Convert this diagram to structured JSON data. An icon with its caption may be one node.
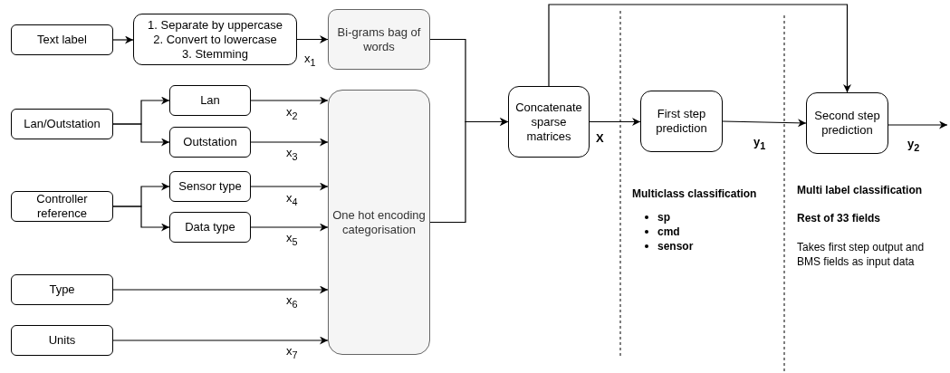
{
  "diagram": {
    "nodes": [
      {
        "text": [
          "Text label"
        ]
      },
      {
        "text": [
          "1. Separate by uppercase 2. Convert to lowercase 3. Stemming"
        ]
      },
      {
        "text": [
          "Bi-grams bag of words"
        ]
      },
      {
        "text": [
          "Lan/Outstation"
        ]
      },
      {
        "text": [
          "Lan"
        ]
      },
      {
        "text": [
          "Outstation"
        ]
      },
      {
        "text": [
          "Controller reference"
        ]
      },
      {
        "text": [
          "Sensor type"
        ]
      },
      {
        "text": [
          "Data type"
        ]
      },
      {
        "text": [
          "Type"
        ]
      },
      {
        "text": [
          "Units"
        ]
      },
      {
        "text": [
          "One hot encoding categorisation"
        ]
      },
      {
        "text": [
          "Concatenate sparse matrices"
        ]
      },
      {
        "text": [
          "First step prediction"
        ]
      },
      {
        "text": [
          "Second step prediction"
        ]
      }
    ],
    "edges": [
      {
        "from": 0,
        "to": 1,
        "arrow": "to"
      },
      {
        "from": 1,
        "to": 2,
        "arrow": "to",
        "label": "x$_{1}$"
      },
      {
        "from": 3,
        "to": 4,
        "arrow": "to"
      },
      {
        "from": 3,
        "to": 5,
        "arrow": "to"
      },
      {
        "from": 4,
        "to": 11,
        "arrow": "to",
        "label": "x$_{2}$"
      },
      {
        "from": 5,
        "to": 11,
        "arrow": "to",
        "label": "x$_{3}$"
      },
      {
        "from": 6,
        "to": 7,
        "arrow": "to"
      },
      {
        "from": 6,
        "to": 8,
        "arrow": "to"
      },
      {
        "from": 7,
        "to": 11,
        "arrow": "to",
        "label": "x$_{4}$"
      },
      {
        "from": 8,
        "to": 11,
        "arrow": "to",
        "label": "x$_{5}$"
      },
      {
        "from": 9,
        "to": 11,
        "arrow": "to",
        "label": "x$_{6}$"
      },
      {
        "from": 10,
        "to": 11,
        "arrow": "to",
        "label": "x$_{7}$"
      },
      {
        "from": 2,
        "to": 12,
        "arrow": "to"
      },
      {
        "from": 11,
        "to": 12,
        "arrow": "to"
      },
      {
        "from": 12,
        "to": 13,
        "arrow": "to",
        "label": "X"
      },
      {
        "from": 13,
        "to": 14,
        "arrow": "to",
        "label": "y$_{1}$"
      },
      {
        "from": 12,
        "to": 14,
        "arrow": "to"
      },
      {
        "from": 14,
        "to": null,
        "arrow": "to",
        "label": "y$_{2}$"
      }
    ],
    "labels": [
      "Multiclass classification",
      "sp",
      "cmd",
      "sensor",
      "Multi label classification",
      "Rest of 33 fields",
      "Takes first step output and BMS fields as input data"
    ]
  }
}
